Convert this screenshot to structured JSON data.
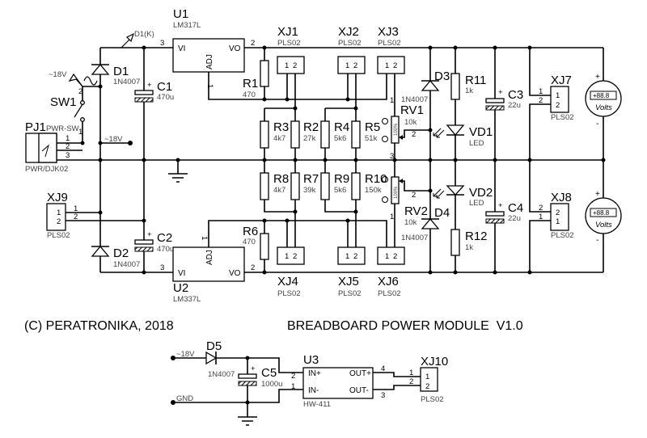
{
  "footer": {
    "copyright": "(C) PERATRONIKA, 2018",
    "title": "BREADBOARD POWER MODULE  V1.0"
  },
  "components": {
    "U1": {
      "ref": "U1",
      "value": "LM317L"
    },
    "U2": {
      "ref": "U2",
      "value": "LM337L"
    },
    "U3": {
      "ref": "U3",
      "value": "HW-411"
    },
    "D1": {
      "ref": "D1",
      "value": "1N4007"
    },
    "D2": {
      "ref": "D2",
      "value": "1N4007"
    },
    "D3": {
      "ref": "D3",
      "value": "1N4007"
    },
    "D4": {
      "ref": "D4",
      "value": "1N4007"
    },
    "D5": {
      "ref": "D5",
      "value": "1N4007"
    },
    "C1": {
      "ref": "C1",
      "value": "470u"
    },
    "C2": {
      "ref": "C2",
      "value": "470u"
    },
    "C3": {
      "ref": "C3",
      "value": "22u"
    },
    "C4": {
      "ref": "C4",
      "value": "22u"
    },
    "C5": {
      "ref": "C5",
      "value": "1000u"
    },
    "R1": {
      "ref": "R1",
      "value": "470"
    },
    "R2": {
      "ref": "R2",
      "value": "27k"
    },
    "R3": {
      "ref": "R3",
      "value": "4k7"
    },
    "R4": {
      "ref": "R4",
      "value": "5k6"
    },
    "R5": {
      "ref": "R5",
      "value": "51k"
    },
    "R6": {
      "ref": "R6",
      "value": "470"
    },
    "R7": {
      "ref": "R7",
      "value": "39k"
    },
    "R8": {
      "ref": "R8",
      "value": "4k7"
    },
    "R9": {
      "ref": "R9",
      "value": "5k6"
    },
    "R10": {
      "ref": "R10",
      "value": "150k"
    },
    "R11": {
      "ref": "R11",
      "value": "1k"
    },
    "R12": {
      "ref": "R12",
      "value": "1k"
    },
    "RV1": {
      "ref": "RV1",
      "value": "10k"
    },
    "RV2": {
      "ref": "RV2",
      "value": "10k"
    },
    "VD1": {
      "ref": "VD1",
      "value": "LED"
    },
    "VD2": {
      "ref": "VD2",
      "value": "LED"
    },
    "SW1": {
      "ref": "SW1"
    },
    "PJ1": {
      "ref": "PJ1",
      "type": "PWR-SW",
      "value": "PWR/DJK02"
    },
    "XJ1": {
      "ref": "XJ1",
      "value": "PLS02"
    },
    "XJ2": {
      "ref": "XJ2",
      "value": "PLS02"
    },
    "XJ3": {
      "ref": "XJ3",
      "value": "PLS02"
    },
    "XJ4": {
      "ref": "XJ4",
      "value": "PLS02"
    },
    "XJ5": {
      "ref": "XJ5",
      "value": "PLS02"
    },
    "XJ6": {
      "ref": "XJ6",
      "value": "PLS02"
    },
    "XJ7": {
      "ref": "XJ7",
      "value": "PLS02"
    },
    "XJ8": {
      "ref": "XJ8",
      "value": "PLS02"
    },
    "XJ9": {
      "ref": "XJ9",
      "value": "PLS02"
    },
    "XJ10": {
      "ref": "XJ10",
      "value": "PLS02"
    }
  },
  "pin_labels": {
    "vi": "VI",
    "vo": "VO",
    "adj": "ADJ",
    "in_plus": "IN+",
    "in_minus": "IN-",
    "out_plus": "OUT+",
    "out_minus": "OUT-"
  },
  "pins": {
    "1": "1",
    "2": "2",
    "3": "3",
    "4": "4"
  },
  "nets": {
    "ac": "~18V",
    "gnd": "GND",
    "d1k": "D1(K)"
  },
  "meter": {
    "display": "+88.8",
    "unit": "Volts",
    "plus": "+",
    "minus": "-"
  },
  "pot_marker": "100%",
  "colors": {
    "ink": "#000000",
    "background": "#ffffff"
  }
}
